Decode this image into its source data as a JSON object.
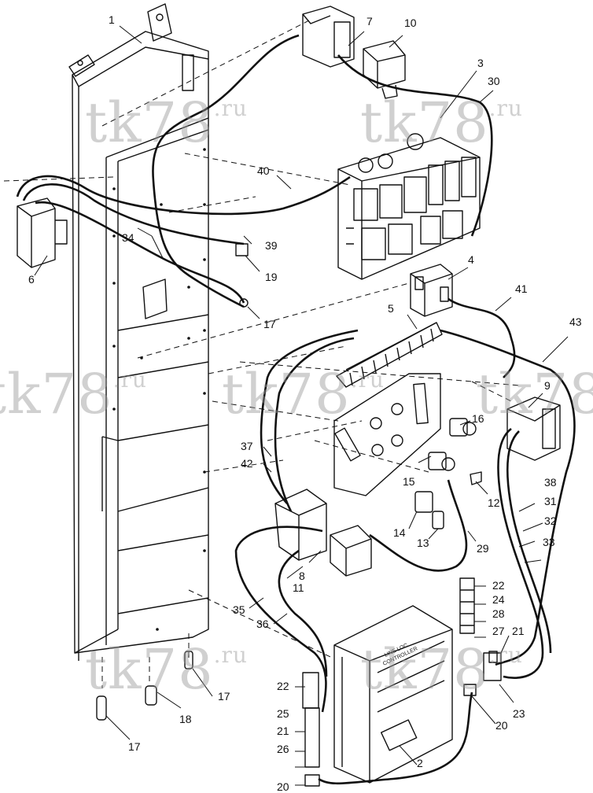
{
  "watermark": {
    "text": "tk78",
    "suffix": ".ru"
  },
  "callouts": {
    "c1": "1",
    "c2": "2",
    "c3": "3",
    "c4": "4",
    "c5": "5",
    "c6": "6",
    "c7": "7",
    "c8": "8",
    "c9": "9",
    "c10": "10",
    "c11": "11",
    "c12": "12",
    "c13": "13",
    "c14": "14",
    "c15": "15",
    "c16": "16",
    "c17a": "17",
    "c17b": "17",
    "c17c": "17",
    "c18": "18",
    "c19": "19",
    "c20a": "20",
    "c20b": "20",
    "c21a": "21",
    "c21b": "21",
    "c22a": "22",
    "c22b": "22",
    "c23": "23",
    "c24": "24",
    "c25": "25",
    "c26": "26",
    "c27": "27",
    "c28": "28",
    "c29": "29",
    "c30": "30",
    "c31": "31",
    "c32": "32",
    "c33": "33",
    "c34": "34",
    "c35": "35",
    "c36": "36",
    "c37": "37",
    "c38": "38",
    "c39": "39",
    "c40": "40",
    "c41": "41",
    "c42": "42",
    "c43": "43"
  },
  "controller_label": {
    "line1": "LINE LOC",
    "line2": "CONTROLLER"
  }
}
